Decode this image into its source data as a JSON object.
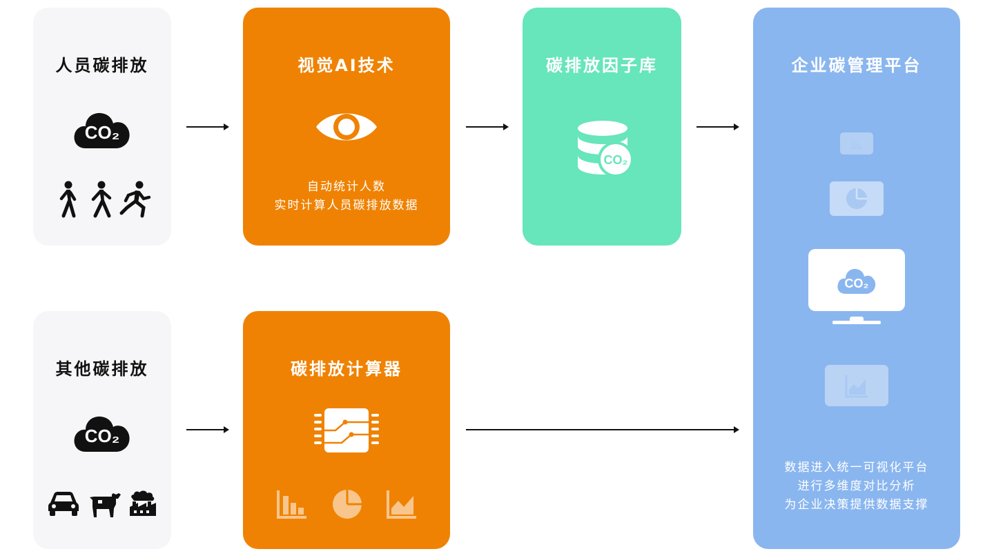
{
  "colors": {
    "orange": "#ef8202",
    "green": "#67e5bb",
    "blue": "#8ab6ef",
    "gray_card": "#f6f6f8",
    "ink": "#111111"
  },
  "people_emission": {
    "title": "人员碳排放",
    "cloud_text": "CO₂",
    "icons": [
      "cloud-co2-icon",
      "walking-person-icon",
      "walking-person-icon",
      "running-person-icon"
    ]
  },
  "other_emission": {
    "title": "其他碳排放",
    "cloud_text": "CO₂",
    "icons": [
      "cloud-co2-icon",
      "car-icon",
      "cow-icon",
      "factory-icon"
    ]
  },
  "vision_ai": {
    "title": "视觉AI技术",
    "desc": [
      "自动统计人数",
      "实时计算人员碳排放数据"
    ],
    "icons": [
      "eye-icon"
    ]
  },
  "factor_db": {
    "title": "碳排放因子库",
    "badge_text": "CO₂",
    "icons": [
      "database-co2-icon"
    ]
  },
  "calculator": {
    "title": "碳排放计算器",
    "icons": [
      "chip-icon",
      "bar-chart-icon",
      "pie-chart-icon",
      "area-chart-icon"
    ]
  },
  "platform": {
    "title": "企业碳管理平台",
    "monitor_text": "CO₂",
    "desc": [
      "数据进入统一可视化平台",
      "进行多维度对比分析",
      "为企业决策提供数据支撑"
    ],
    "icons": [
      "bar-chart-icon",
      "pie-chart-icon",
      "monitor-icon",
      "area-chart-icon"
    ]
  }
}
